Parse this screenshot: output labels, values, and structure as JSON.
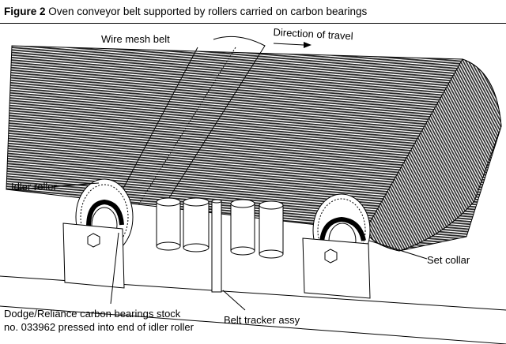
{
  "figure": {
    "number": "Figure 2",
    "caption": "Oven conveyor belt supported by rollers carried on carbon bearings"
  },
  "labels": {
    "wire_mesh_belt": "Wire mesh belt",
    "direction_of_travel": "Direction of travel",
    "idler_roller": "Idler roller",
    "set_collar": "Set collar",
    "bearings_line1": "Dodge/Reliance carbon bearings stock",
    "bearings_line2": "no. 033962 pressed into end of idler roller",
    "belt_tracker": "Belt tracker assy"
  },
  "icons": [
    "direction-arrow-icon"
  ]
}
